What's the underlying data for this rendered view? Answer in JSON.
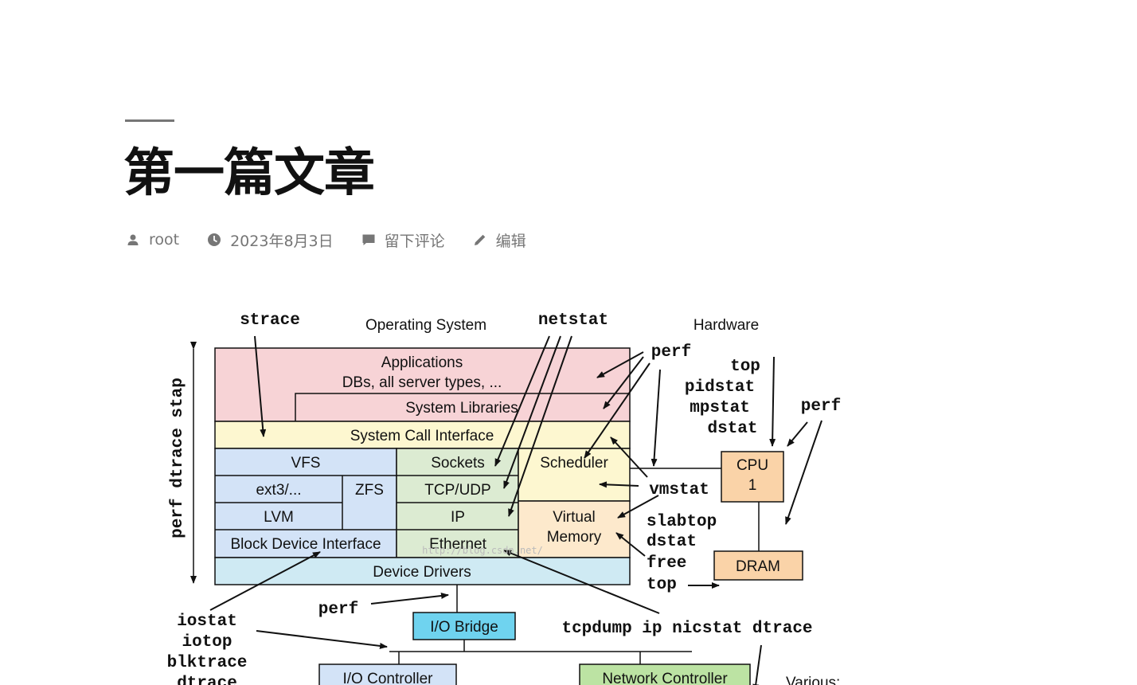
{
  "post": {
    "title": "第一篇文章",
    "meta": {
      "author": "root",
      "date": "2023年8月3日",
      "comments": "留下评论",
      "edit": "编辑"
    }
  },
  "icons": [
    "person-icon",
    "clock-icon",
    "comment-icon",
    "pencil-icon"
  ],
  "colors": {
    "applications": "#f7d3d6",
    "syscall": "#fdf7d0",
    "filesystem": "#d3e3f7",
    "network": "#dcebd2",
    "memory": "#fde9cc",
    "drivers": "#cfeaf3",
    "bridge": "#6fd3ef",
    "cpu": "#fad3a8",
    "netctrl": "#bce3a3"
  },
  "diagram": {
    "headers": {
      "os": "Operating System",
      "hardware": "Hardware"
    },
    "blocks": {
      "applications_1": "Applications",
      "applications_2": "DBs, all server types, ...",
      "system_libraries": "System Libraries",
      "syscall": "System Call Interface",
      "vfs": "VFS",
      "ext3": "ext3/...",
      "zfs": "ZFS",
      "lvm": "LVM",
      "block_device": "Block Device Interface",
      "sockets": "Sockets",
      "tcpudp": "TCP/UDP",
      "ip": "IP",
      "ethernet": "Ethernet",
      "scheduler": "Scheduler",
      "virtual_memory_1": "Virtual",
      "virtual_memory_2": "Memory",
      "device_drivers": "Device Drivers",
      "io_bridge": "I/O Bridge",
      "io_controller": "I/O Controller",
      "network_controller": "Network Controller",
      "cpu_1": "CPU",
      "cpu_2": "1",
      "dram": "DRAM",
      "various": "Various:"
    },
    "tools": {
      "strace": "strace",
      "netstat": "netstat",
      "perf_top": "perf",
      "perf_right": "perf",
      "perf_left": "perf",
      "top_1": "top",
      "pidstat": "pidstat",
      "mpstat": "mpstat",
      "dstat_1": "dstat",
      "vmstat": "vmstat",
      "slabtop": "slabtop",
      "dstat_2": "dstat",
      "free": "free",
      "top_2": "top",
      "tcpdump": "tcpdump ip nicstat dtrace",
      "iostat": "iostat",
      "iotop": "iotop",
      "blktrace": "blktrace",
      "dtrace": "dtrace",
      "vertical": "perf dtrace stap"
    },
    "watermark": "http://blog.csdn.net/"
  }
}
